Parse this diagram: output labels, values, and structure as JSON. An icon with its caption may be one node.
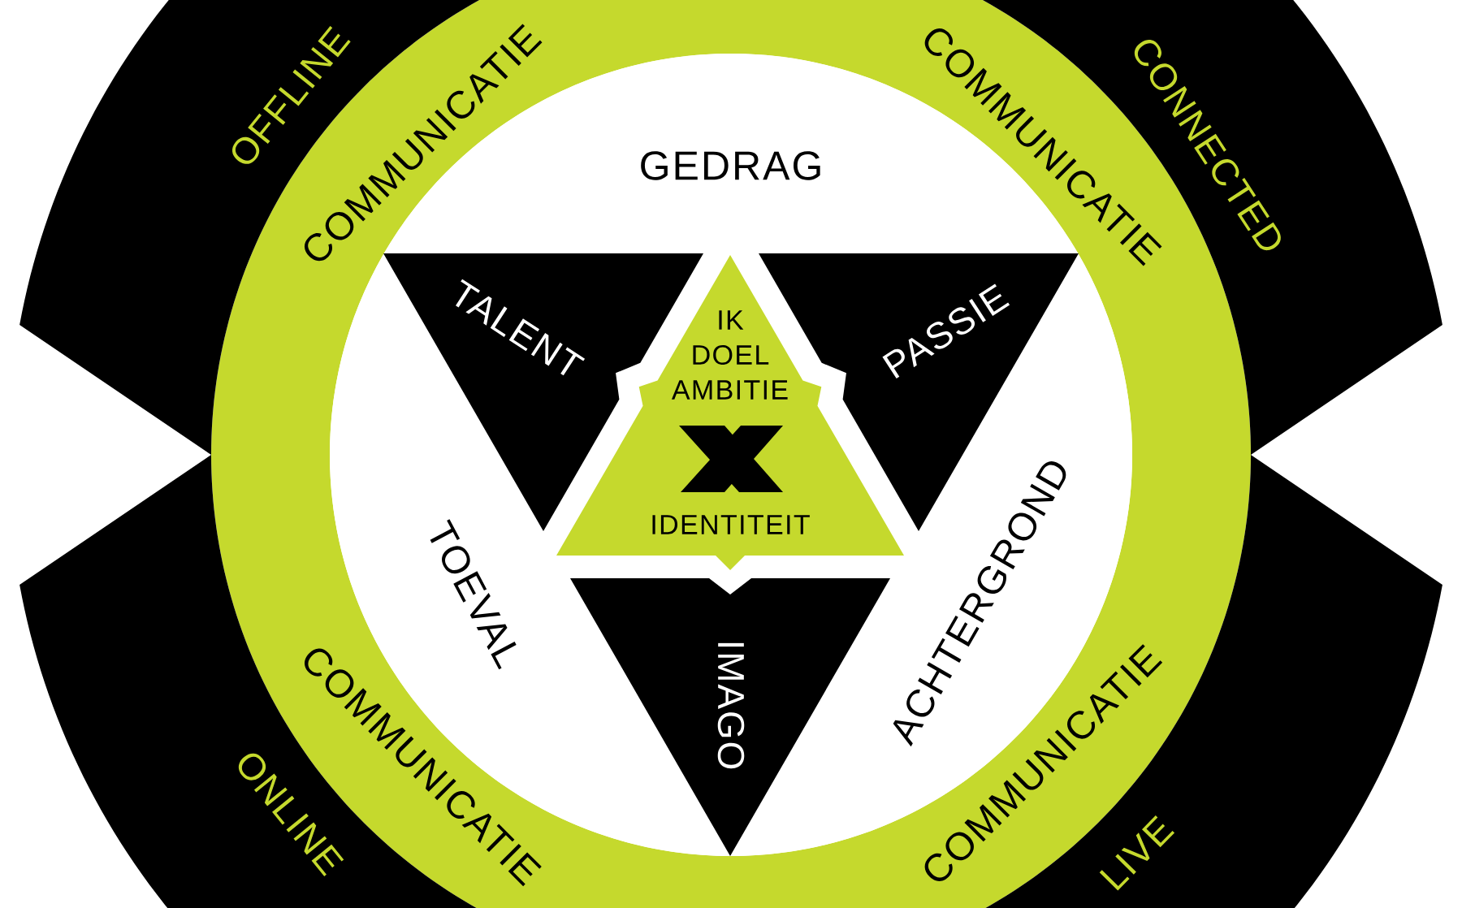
{
  "diagram": {
    "nodes": [
      {
        "text": [
          "OFFLINE"
        ]
      },
      {
        "text": [
          "CONNECTED"
        ]
      },
      {
        "text": [
          "ONLINE"
        ]
      },
      {
        "text": [
          "LIVE"
        ]
      },
      {
        "text": [
          "COMMUNICATIE",
          "COMMUNICATIE",
          "COMMUNICATIE",
          "COMMUNICATIE"
        ]
      },
      {
        "text": [
          "GEDRAG",
          "TOEVAL",
          "ACHTERGROND"
        ],
        "in": 4
      },
      {
        "text": [
          "TALENT"
        ],
        "in": 5
      },
      {
        "text": [
          "IK",
          "DOEL",
          "AMBITIE",
          "IDENTITEIT"
        ],
        "in": 5
      },
      {
        "text": [
          "PASSIE"
        ],
        "in": 5
      },
      {
        "text": [
          "IMAGO"
        ],
        "in": 5
      }
    ]
  }
}
